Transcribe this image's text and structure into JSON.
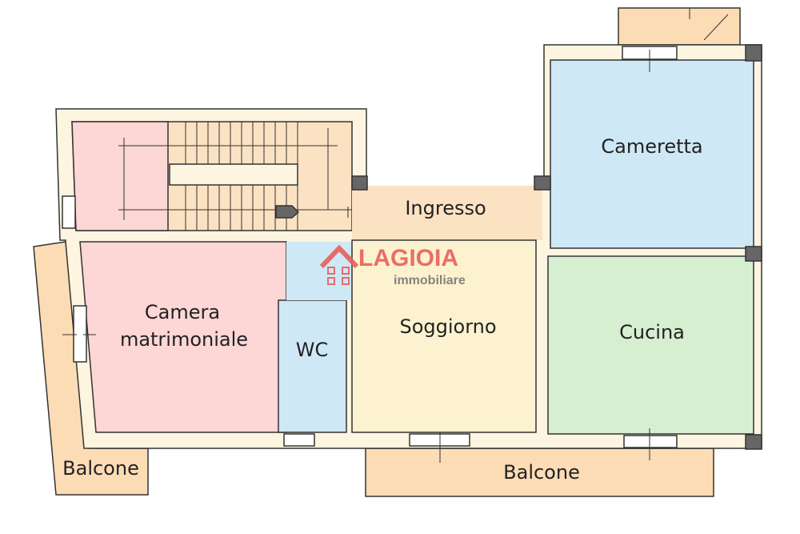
{
  "rooms": {
    "cameretta": "Cameretta",
    "ingresso": "Ingresso",
    "camera_line1": "Camera",
    "camera_line2": "matrimoniale",
    "wc": "WC",
    "soggiorno": "Soggiorno",
    "cucina": "Cucina",
    "balcone_left": "Balcone",
    "balcone_bottom": "Balcone"
  },
  "logo": {
    "name": "LAGIOIA",
    "tagline": "immobiliare"
  },
  "colors": {
    "wall": "#fdf5e0",
    "pink": "#fdd6d6",
    "blue": "#cfe8f6",
    "green": "#d6efd0",
    "peach": "#fbe2c2",
    "yellow": "#fdf2cf",
    "balcony": "#fcdcb5",
    "logo": "#e8605a"
  }
}
